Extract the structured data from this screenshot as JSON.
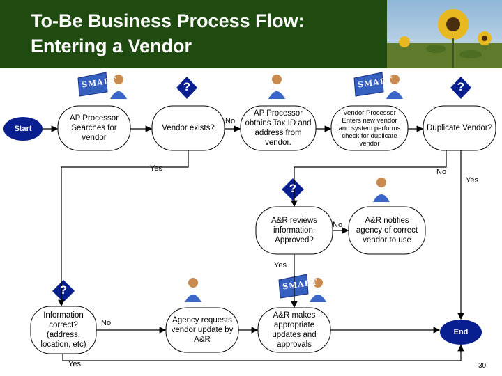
{
  "title": {
    "line1": "To-Be Business Process Flow:",
    "line2": "Entering a Vendor"
  },
  "nodes": {
    "start": "Start",
    "ap_search": "AP Processor Searches for vendor",
    "vendor_exists": "Vendor exists?",
    "ap_obtains": "AP Processor obtains Tax ID and address from vendor.",
    "vp_enters": "Vendor Processor Enters new vendor and system performs check for duplicate vendor",
    "duplicate": "Duplicate Vendor?",
    "ar_reviews": "A&R reviews information. Approved?",
    "ar_notifies": "A&R notifies agency of correct vendor to use",
    "info_correct": "Information correct? (address, location, etc)",
    "agency_requests": "Agency requests vendor update by A&R",
    "ar_makes": "A&R makes appropriate updates and approvals",
    "end": "End"
  },
  "edge_labels": {
    "no_exists": "No",
    "yes_exists": "Yes",
    "no_dup": "No",
    "yes_dup": "Yes",
    "no_review": "No",
    "yes_review": "Yes",
    "no_info": "No",
    "yes_info": "Yes"
  },
  "question_mark": "?",
  "smart": "SMART",
  "page_number": "30",
  "colors": {
    "header": "#1f4a10",
    "terminal": "#0a1f8f",
    "shape_fill": "#ffffff",
    "diamond": "#0a1f8f",
    "monitor": "#3560c0"
  }
}
